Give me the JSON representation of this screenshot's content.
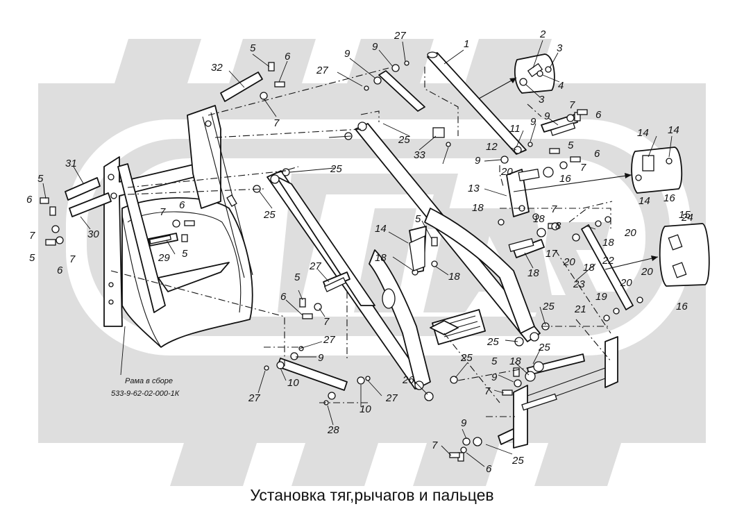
{
  "colors": {
    "ink": "#111111",
    "watermark": "#dedede",
    "background": "#ffffff"
  },
  "watermark": {
    "name": "maz-logo-watermark"
  },
  "frame_note": {
    "line1": "Рама в сборе",
    "line2": "533-9-62-02-000-1К"
  },
  "caption": "Установка тяг,рычагов и пальцев",
  "callouts": [
    "1",
    "2",
    "3",
    "3",
    "4",
    "5",
    "5",
    "5",
    "5",
    "5",
    "5",
    "5",
    "5",
    "6",
    "6",
    "6",
    "6",
    "6",
    "6",
    "6",
    "6",
    "7",
    "7",
    "7",
    "7",
    "7",
    "7",
    "7",
    "7",
    "7",
    "7",
    "8",
    "9",
    "9",
    "9",
    "9",
    "9",
    "9",
    "9",
    "9",
    "10",
    "10",
    "11",
    "12",
    "13",
    "14",
    "14",
    "14",
    "14",
    "15",
    "16",
    "16",
    "16",
    "17",
    "18",
    "18",
    "18",
    "18",
    "18",
    "18",
    "18",
    "18",
    "19",
    "20",
    "20",
    "20",
    "20",
    "20",
    "21",
    "22",
    "23",
    "24",
    "25",
    "25",
    "25",
    "25",
    "25",
    "25",
    "25",
    "25",
    "26",
    "27",
    "27",
    "27",
    "27",
    "27",
    "27",
    "28",
    "29",
    "30",
    "31",
    "32",
    "33"
  ]
}
